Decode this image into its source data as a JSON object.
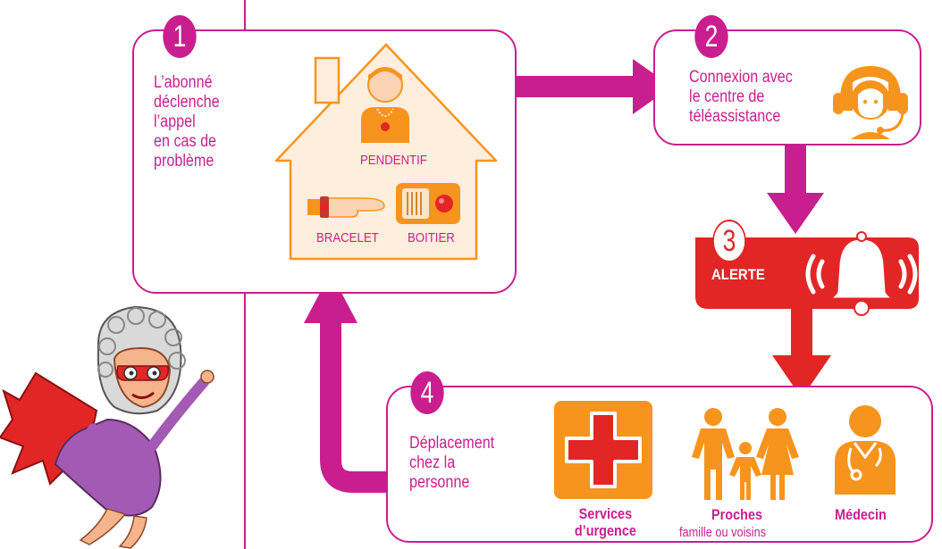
{
  "colors": {
    "magenta": "#c91f8e",
    "orange": "#f7941d",
    "red": "#e22626",
    "white": "#ffffff"
  },
  "steps": [
    {
      "number": "1",
      "text": "L’abonné\ndéclenche\nl’appel\nen cas de\nproblème"
    },
    {
      "number": "2",
      "text": "Connexion avec\nle centre de\ntéléassistance"
    },
    {
      "number": "3",
      "text": "ALERTE"
    },
    {
      "number": "4",
      "text": "Déplacement\nchez la\npersonne"
    }
  ],
  "devices": {
    "pendant": "PENDENTIF",
    "bracelet": "BRACELET",
    "box": "BOITIER"
  },
  "responders": [
    {
      "title": "Services\nd’urgence",
      "subtitle": "",
      "icon": "red-cross-icon"
    },
    {
      "title": "Proches",
      "subtitle": "famille ou voisins",
      "icon": "family-icon"
    },
    {
      "title": "Médecin",
      "subtitle": "",
      "icon": "doctor-icon"
    }
  ],
  "icons": [
    "house-icon",
    "pendant-person-icon",
    "bracelet-hand-icon",
    "alarm-box-icon",
    "operator-headset-icon",
    "alarm-bell-icon",
    "superhero-grandma-icon"
  ]
}
